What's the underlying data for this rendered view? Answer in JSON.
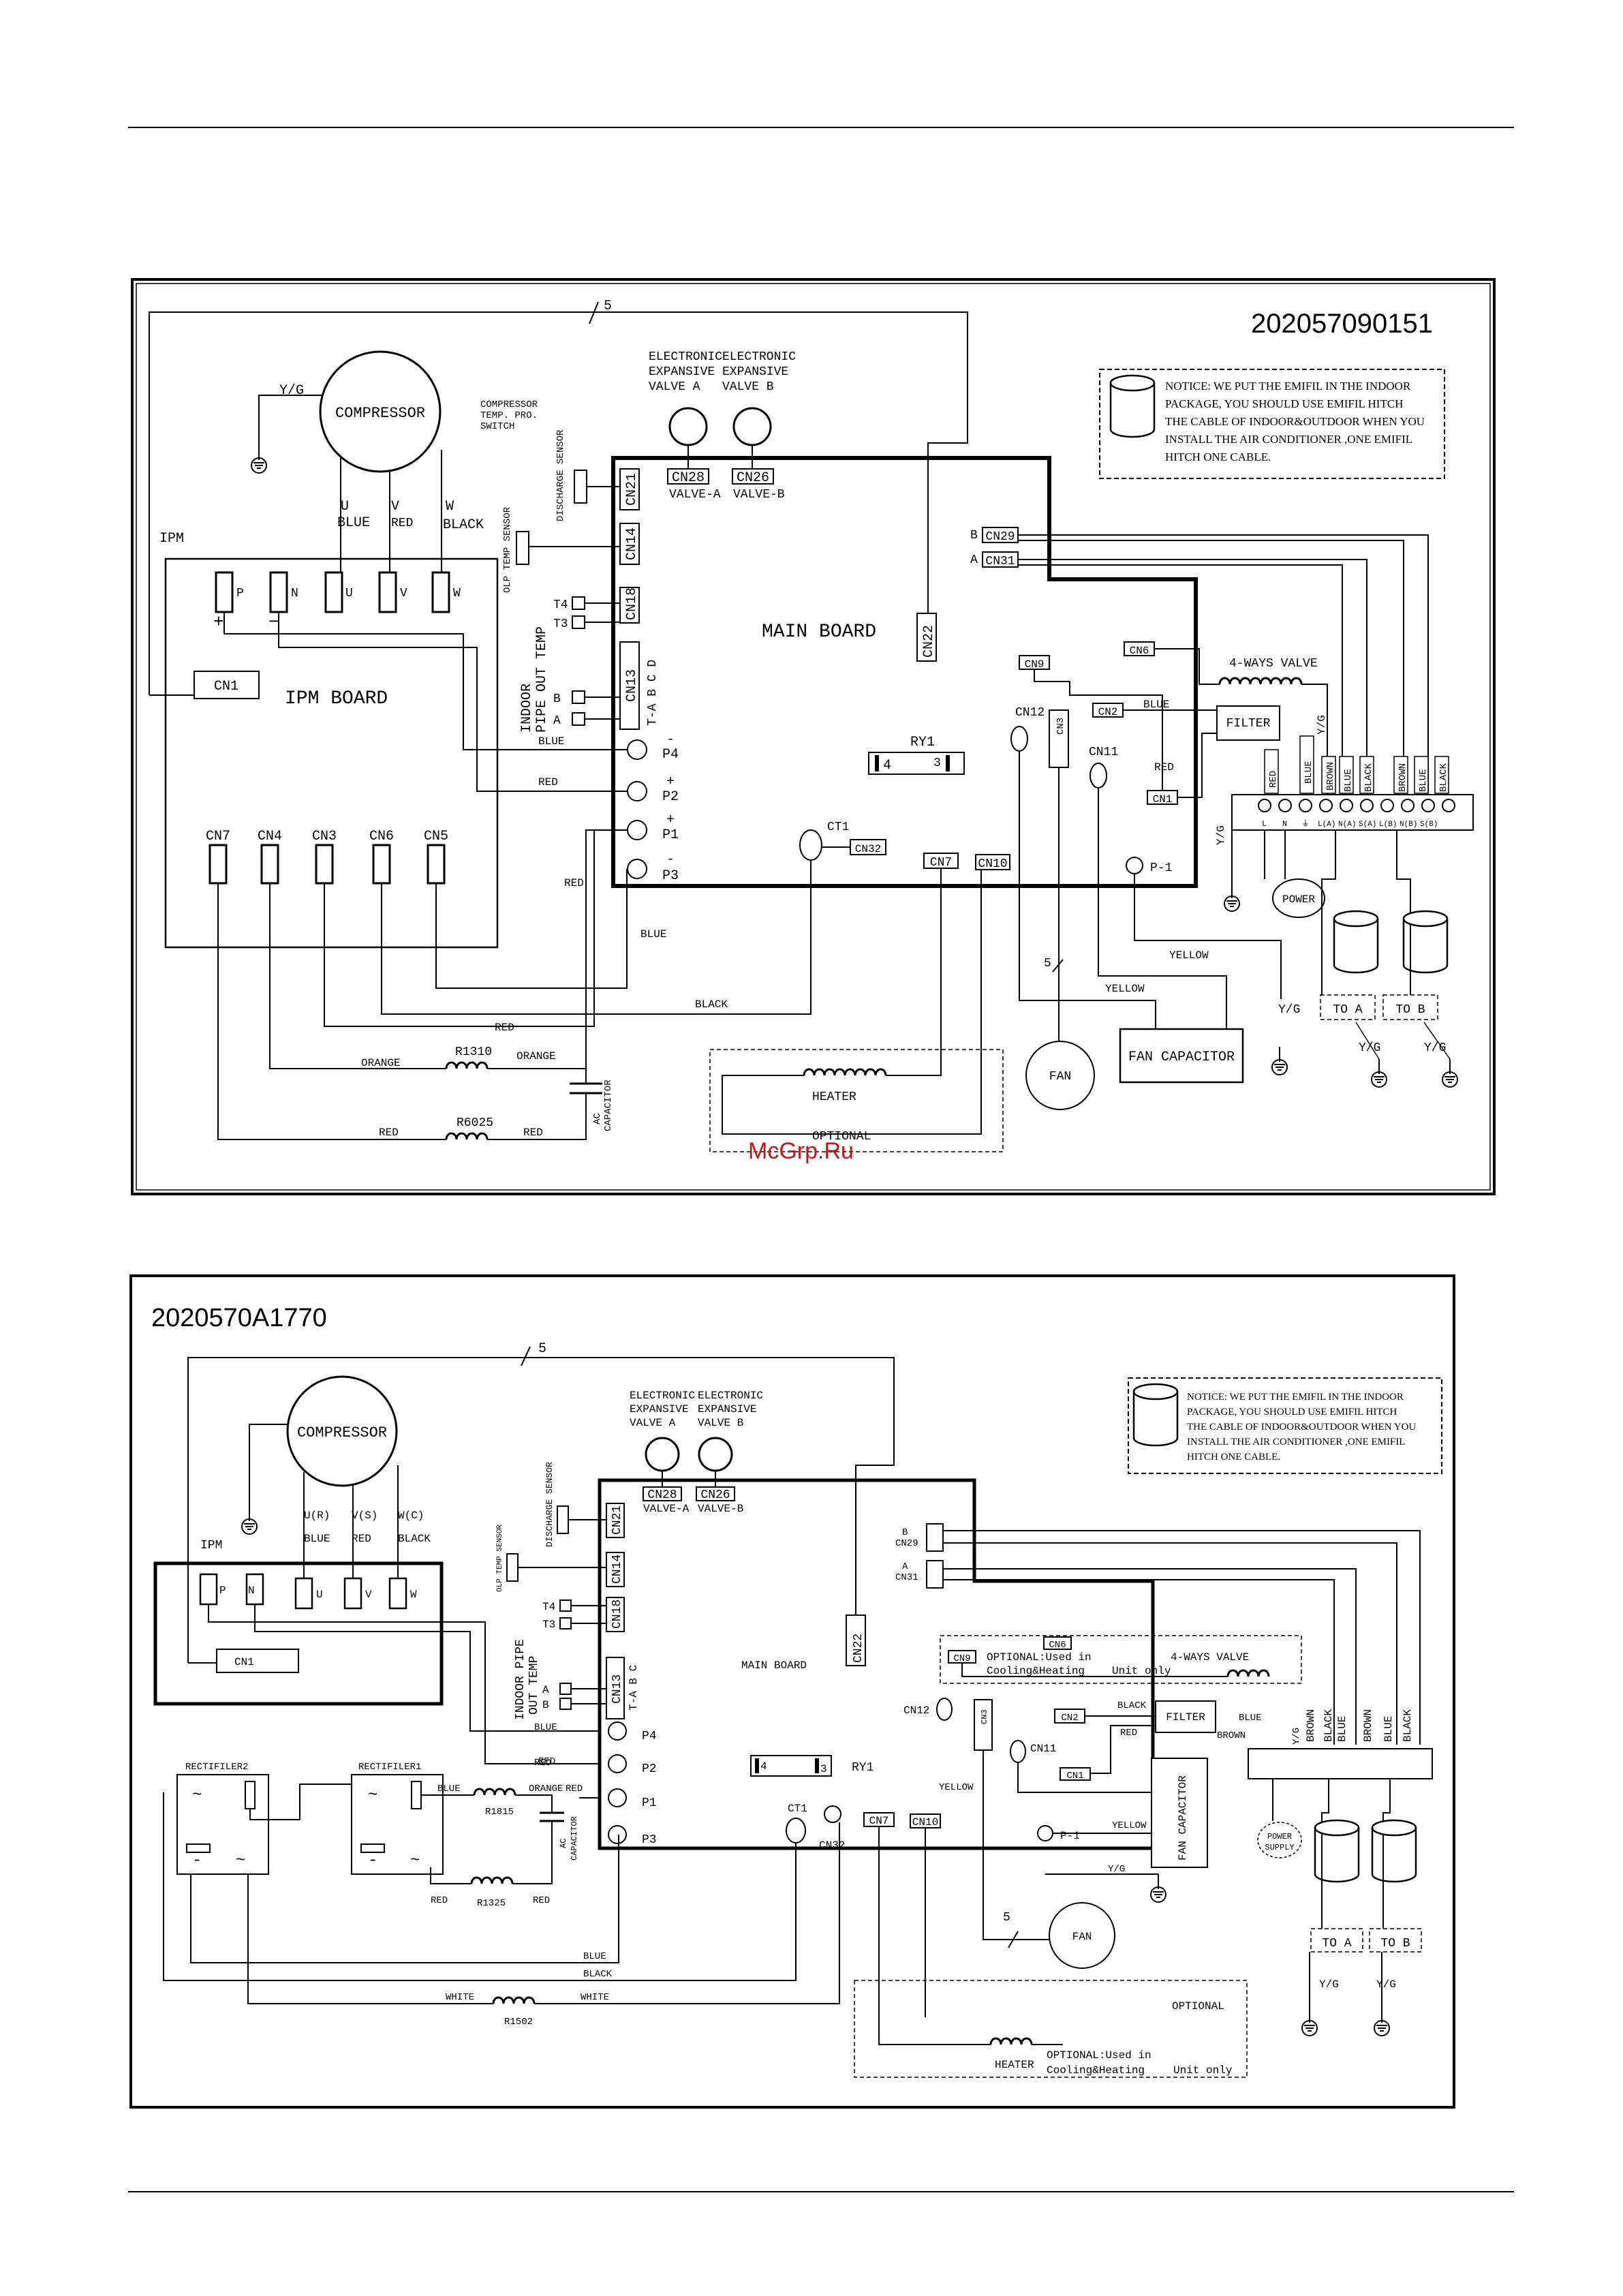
{
  "watermark": "McGrp.Ru",
  "diagram1": {
    "id": "202057090151",
    "compressor": "COMPRESSOR",
    "comp_temp": [
      "COMPRESSOR",
      "TEMP. PRO.",
      "SWITCH"
    ],
    "yg": "Y/G",
    "wire_count": "5",
    "eev_a": [
      "ELECTRONIC",
      "EXPANSIVE",
      "VALVE A"
    ],
    "eev_b": [
      "ELECTRONIC",
      "EXPANSIVE",
      "VALVE B"
    ],
    "notice": [
      "NOTICE: WE PUT THE EMIFIL IN THE INDOOR",
      "PACKAGE, YOU SHOULD USE EMIFIL HITCH",
      "THE CABLE OF INDOOR&OUTDOOR WHEN YOU",
      "INSTALL THE AIR CONDITIONER ,ONE EMIFIL",
      "HITCH ONE CABLE."
    ],
    "ipm": "IPM",
    "ipm_board": "IPM BOARD",
    "uvw_labels": [
      "U",
      "V",
      "W"
    ],
    "uvw_colors": [
      "BLUE",
      "RED",
      "BLACK"
    ],
    "ipm_terms": [
      "P",
      "N",
      "U",
      "V",
      "W"
    ],
    "ipm_cns": [
      "CN7",
      "CN4",
      "CN3",
      "CN6",
      "CN5"
    ],
    "cn1": "CN1",
    "plus": "+",
    "minus": "−",
    "main_board": "MAIN BOARD",
    "discharge_sensor": "DISCHARGE SENSOR",
    "olp_sensor": "OLP TEMP SENSOR",
    "indoor_pipe": [
      "INDOOR",
      "PIPE OUT TEMP"
    ],
    "board_cns": [
      "CN21",
      "CN14",
      "CN18",
      "CN13"
    ],
    "cn13_sub": "T-A B C D",
    "t4": "T4",
    "t3": "T3",
    "a": "A",
    "b": "B",
    "cn28": "CN28",
    "cn26": "CN26",
    "valve_a": "VALVE-A",
    "valve_b": "VALVE-B",
    "cn22": "CN22",
    "cn29": "CN29",
    "cn31": "CN31",
    "p_terms": [
      "P4",
      "P2",
      "P1",
      "P3"
    ],
    "p_signs": [
      "-",
      "+",
      "+",
      "-"
    ],
    "ry1": "RY1",
    "ry_4": "4",
    "ry_3": "3",
    "ct1": "CT1",
    "cn32": "CN32",
    "cn7": "CN7",
    "cn10": "CN10",
    "cn12": "CN12",
    "cn3": "CN3",
    "cn11": "CN11",
    "cn9": "CN9",
    "cn6": "CN6",
    "cn2": "CN2",
    "p1": "P-1",
    "four_way": "4-WAYS VALVE",
    "filter": "FILTER",
    "power": "POWER",
    "fan": "FAN",
    "fan_cap": "FAN CAPACITOR",
    "heater": "HEATER",
    "optional": "OPTIONAL",
    "ac_cap": [
      "AC",
      "CAPACITOR"
    ],
    "r1310": "R1310",
    "r6025": "R6025",
    "to_a": "TO  A",
    "to_b": "TO  B",
    "terminal_labels": [
      "L",
      "N",
      "⏚",
      "L(A)",
      "N(A)",
      "S(A)",
      "L(B)",
      "N(B)",
      "S(B)"
    ],
    "wire_term": [
      "RED",
      "BLUE",
      "BROWN",
      "BLUE",
      "BLACK",
      "BROWN",
      "BLUE",
      "BLACK"
    ],
    "w_blue": "BLUE",
    "w_red": "RED",
    "w_black": "BLACK",
    "w_orange": "ORANGE",
    "w_yellow": "YELLOW",
    "w_yg": "Y/G"
  },
  "diagram2": {
    "id": "2020570A1770",
    "compressor": "COMPRESSOR",
    "wire_count": "5",
    "eev_a": [
      "ELECTRONIC",
      "EXPANSIVE",
      "VALVE A"
    ],
    "eev_b": [
      "ELECTRONIC",
      "EXPANSIVE",
      "VALVE B"
    ],
    "notice": [
      "NOTICE: WE PUT THE EMIFIL IN THE INDOOR",
      "PACKAGE, YOU SHOULD USE EMIFIL HITCH",
      "THE CABLE OF INDOOR&OUTDOOR WHEN YOU",
      "INSTALL THE AIR CONDITIONER ,ONE EMIFIL",
      "HITCH ONE CABLE."
    ],
    "ipm": "IPM",
    "uvw_labels": [
      "U(R)",
      "V(S)",
      "W(C)"
    ],
    "uvw_colors": [
      "BLUE",
      "RED",
      "BLACK"
    ],
    "ipm_terms": [
      "P",
      "N",
      "U",
      "V",
      "W"
    ],
    "cn1": "CN1",
    "main_board": "MAIN BOARD",
    "discharge_sensor": "DISCHARGE SENSOR",
    "olp_sensor": "OLP TEMP SENSOR",
    "indoor_pipe": [
      "INDOOR PIPE",
      "OUT TEMP"
    ],
    "board_cns": [
      "CN21",
      "CN14",
      "CN18",
      "CN13"
    ],
    "cn13_sub": "T-A B C",
    "t4": "T4",
    "t3": "T3",
    "a": "A",
    "b": "B",
    "cn28": "CN28",
    "cn26": "CN26",
    "valve_a": "VALVE-A",
    "valve_b": "VALVE-B",
    "cn22": "CN22",
    "cn29": "CN29",
    "cn31": "CN31",
    "p_terms": [
      "P4",
      "P2",
      "P1",
      "P3"
    ],
    "ry1": "RY1",
    "ct1": "CT1",
    "cn32": "CN32",
    "cn7": "CN7",
    "cn10": "CN10",
    "cn12": "CN12",
    "cn3": "CN3",
    "cn11": "CN11",
    "cn9": "CN9",
    "cn6": "CN6",
    "cn2": "CN2",
    "p1": "P-1",
    "opt_used": [
      "OPTIONAL:Used in",
      "Cooling&Heating"
    ],
    "unit_only": "Unit only",
    "four_way": "4-WAYS VALVE",
    "filter": "FILTER",
    "power_supply": [
      "POWER",
      "SUPPLY"
    ],
    "fan": "FAN",
    "fan_cap": "FAN CAPACITOR",
    "heater": "HEATER",
    "optional": "OPTIONAL",
    "rect2": "RECTIFILER2",
    "rect1": "RECTIFILER1",
    "r1815": "R1815",
    "r1325": "R1325",
    "r1502": "R1502",
    "ac_cap": [
      "AC",
      "CAPACITOR"
    ],
    "to_a": "TO  A",
    "to_b": "TO  B",
    "wire_term": [
      "BROWN",
      "BLACK",
      "BLUE",
      "BROWN",
      "BLUE",
      "BLACK"
    ],
    "w_blue": "BLUE",
    "w_red": "RED",
    "w_black": "BLACK",
    "w_orange": "ORANGE",
    "w_yellow": "YELLOW",
    "w_white": "WHITE",
    "w_brown": "BROWN",
    "w_yg": "Y/G"
  }
}
